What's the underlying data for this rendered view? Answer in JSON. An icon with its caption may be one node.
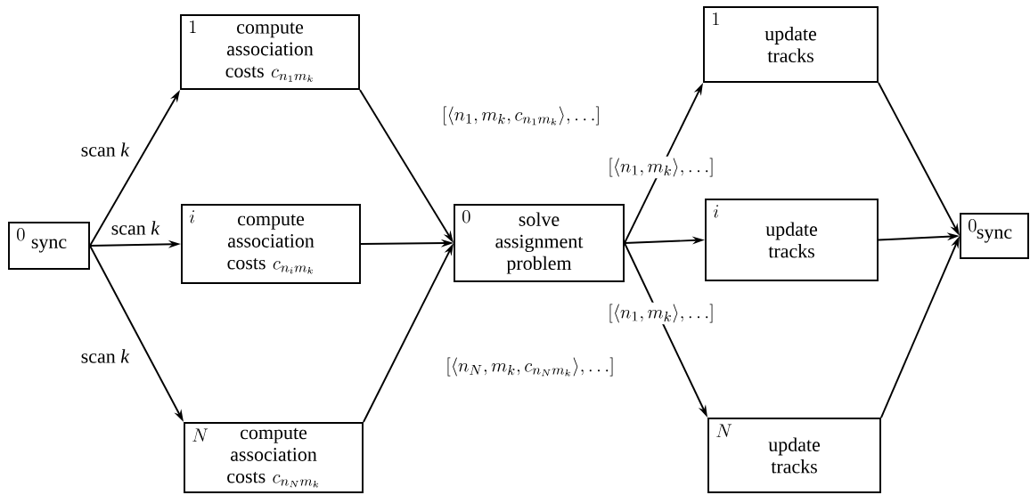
{
  "diagram": {
    "nodes": [
      {
        "text": [
          "0",
          "sync"
        ]
      },
      {
        "text": [
          "1",
          "compute association costs",
          "c_{n_1 m_k}"
        ]
      },
      {
        "text": [
          "i",
          "compute association costs",
          "c_{n_i m_k}"
        ]
      },
      {
        "text": [
          "N",
          "compute association costs",
          "c_{n_N m_k}"
        ]
      },
      {
        "text": [
          "0",
          "solve assignment problem"
        ]
      },
      {
        "text": [
          "1",
          "update tracks"
        ]
      },
      {
        "text": [
          "i",
          "update tracks"
        ]
      },
      {
        "text": [
          "N",
          "update tracks"
        ]
      },
      {
        "text": [
          "0",
          "sync"
        ]
      }
    ],
    "edges": [
      {
        "from": 0,
        "to": 1,
        "arrow": "to",
        "label": "scan *k*"
      },
      {
        "from": 0,
        "to": 2,
        "arrow": "to",
        "label": "scan *k*"
      },
      {
        "from": 0,
        "to": 3,
        "arrow": "to",
        "label": "scan *k*"
      },
      {
        "from": 1,
        "to": 4,
        "arrow": "to",
        "label": "[\\langle n_1, m_k, c_{n_1 m_k}\\rangle, \\ldots]"
      },
      {
        "from": 2,
        "to": 4,
        "arrow": "to"
      },
      {
        "from": 3,
        "to": 4,
        "arrow": "to",
        "label": "[\\langle n_N, m_k, c_{n_N m_k}\\rangle, \\ldots]"
      },
      {
        "from": 4,
        "to": 5,
        "arrow": "to",
        "label": "[\\langle n_1, m_k\\rangle, \\ldots]"
      },
      {
        "from": 4,
        "to": 6,
        "arrow": "to"
      },
      {
        "from": 4,
        "to": 7,
        "arrow": "to",
        "label": "[\\langle n_1, m_k\\rangle, \\ldots]"
      },
      {
        "from": 5,
        "to": 8,
        "arrow": "to"
      },
      {
        "from": 6,
        "to": 8,
        "arrow": "to"
      },
      {
        "from": 7,
        "to": 8,
        "arrow": "to"
      }
    ]
  }
}
